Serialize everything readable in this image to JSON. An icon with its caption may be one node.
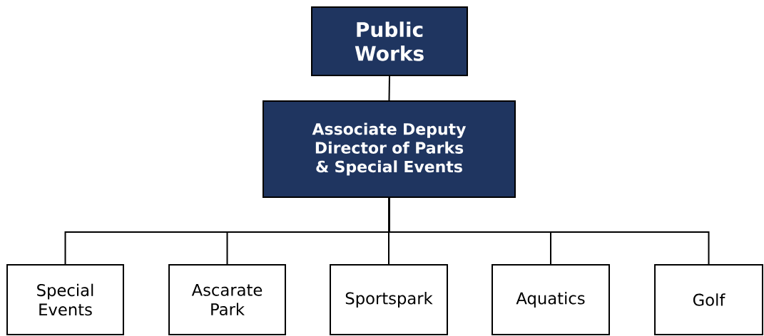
{
  "diagram": {
    "nodes": [
      {
        "text": [
          "Public Works"
        ]
      },
      {
        "text": [
          "Associate Deputy Director of Parks & Special Events"
        ]
      },
      {
        "text": [
          "Special Events"
        ]
      },
      {
        "text": [
          "Ascarate Park"
        ]
      },
      {
        "text": [
          "Sportspark"
        ]
      },
      {
        "text": [
          "Aquatics"
        ]
      },
      {
        "text": [
          "Golf"
        ]
      }
    ],
    "edges": [
      {
        "from": 0,
        "to": 1,
        "arrow": "none"
      },
      {
        "from": 1,
        "to": 2,
        "arrow": "none"
      },
      {
        "from": 1,
        "to": 3,
        "arrow": "none"
      },
      {
        "from": 1,
        "to": 4,
        "arrow": "none"
      },
      {
        "from": 1,
        "to": 5,
        "arrow": "none"
      },
      {
        "from": 1,
        "to": 6,
        "arrow": "none"
      }
    ]
  }
}
